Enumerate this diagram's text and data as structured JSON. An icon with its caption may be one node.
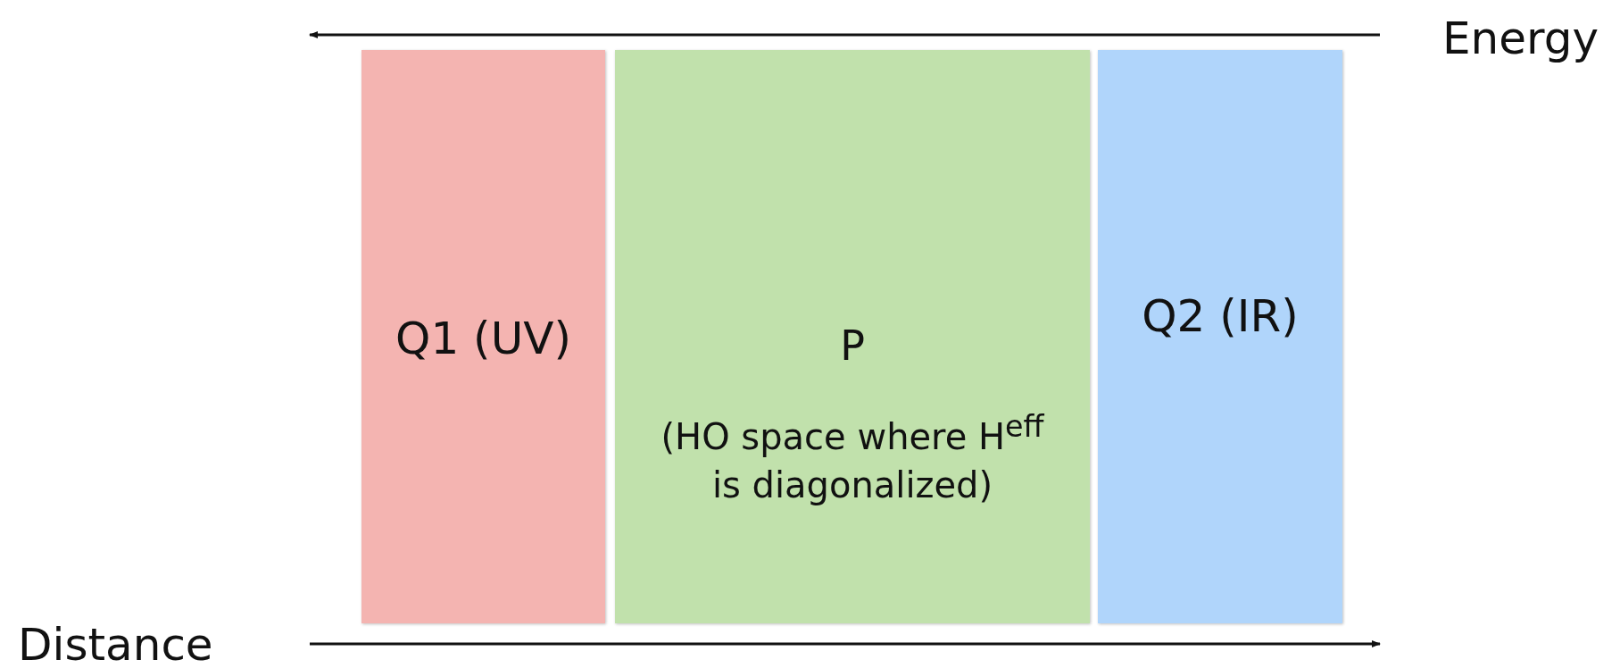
{
  "diagram": {
    "nodes": [
      {
        "text": [
          "Q1 (UV)"
        ]
      },
      {
        "text": [
          "P",
          "(HO space where H$^{eff}$ is diagonalized)"
        ]
      },
      {
        "text": [
          "Q2 (IR)"
        ]
      }
    ],
    "labels": [
      "Energy",
      "Distance"
    ]
  }
}
